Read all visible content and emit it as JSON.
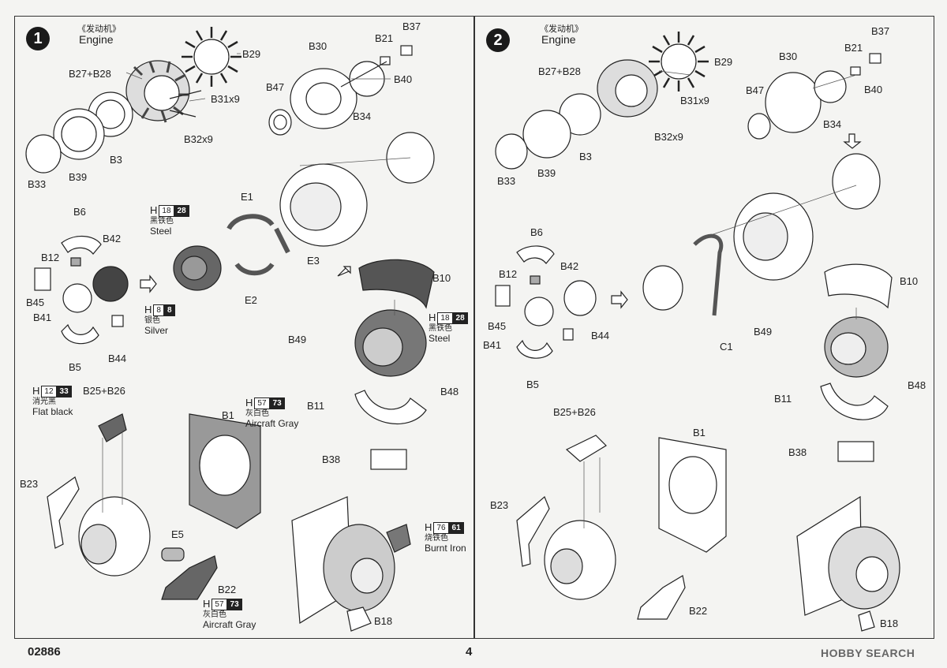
{
  "footer": {
    "product_code": "02886",
    "page_number": "4"
  },
  "watermark": {
    "text": "HOBBY SEARCH"
  },
  "steps": [
    {
      "number": "1",
      "title_cn": "《发动机》",
      "title_en": "Engine",
      "labels": {
        "b29": "B29",
        "b27b28": "B27+B28",
        "b31": "B31x9",
        "b32": "B32x9",
        "b3": "B3",
        "b33": "B33",
        "b39": "B39",
        "b30": "B30",
        "b21": "B21",
        "b37": "B37",
        "b40": "B40",
        "b47": "B47",
        "b34": "B34",
        "b6": "B6",
        "b42": "B42",
        "b12": "B12",
        "b45": "B45",
        "b41": "B41",
        "b5": "B5",
        "b44": "B44",
        "e1": "E1",
        "e2": "E2",
        "e3": "E3",
        "b10": "B10",
        "b49": "B49",
        "b48": "B48",
        "b11": "B11",
        "b38": "B38",
        "b25b26": "B25+B26",
        "b1": "B1",
        "b23": "B23",
        "e5": "E5",
        "b22": "B22",
        "b18": "B18"
      },
      "paints": [
        {
          "h": "H",
          "num": "18",
          "mr": "28",
          "cn": "黑铁色",
          "en": "Steel"
        },
        {
          "h": "H",
          "num": "8",
          "mr": "8",
          "cn": "银色",
          "en": "Silver"
        },
        {
          "h": "H",
          "num": "18",
          "mr": "28",
          "cn": "黑铁色",
          "en": "Steel"
        },
        {
          "h": "H",
          "num": "12",
          "mr": "33",
          "cn": "消光黑",
          "en": "Flat black"
        },
        {
          "h": "H",
          "num": "57",
          "mr": "73",
          "cn": "灰白色",
          "en": "Aircraft Gray"
        },
        {
          "h": "H",
          "num": "76",
          "mr": "61",
          "cn": "烧铁色",
          "en": "Burnt Iron"
        },
        {
          "h": "H",
          "num": "57",
          "mr": "73",
          "cn": "灰白色",
          "en": "Aircraft Gray"
        }
      ]
    },
    {
      "number": "2",
      "title_cn": "《发动机》",
      "title_en": "Engine",
      "labels": {
        "b37": "B37",
        "b27b28": "B27+B28",
        "b29": "B29",
        "b30": "B30",
        "b21": "B21",
        "b40": "B40",
        "b31": "B31x9",
        "b47": "B47",
        "b34": "B34",
        "b32": "B32x9",
        "b33": "B33",
        "b39": "B39",
        "b3": "B3",
        "b6": "B6",
        "b42": "B42",
        "b12": "B12",
        "b45": "B45",
        "b44": "B44",
        "b41": "B41",
        "b5": "B5",
        "b10": "B10",
        "b49": "B49",
        "c1": "C1",
        "b48": "B48",
        "b11": "B11",
        "b38": "B38",
        "b25b26": "B25+B26",
        "b1": "B1",
        "b23": "B23",
        "b22": "B22",
        "b18": "B18"
      }
    }
  ]
}
